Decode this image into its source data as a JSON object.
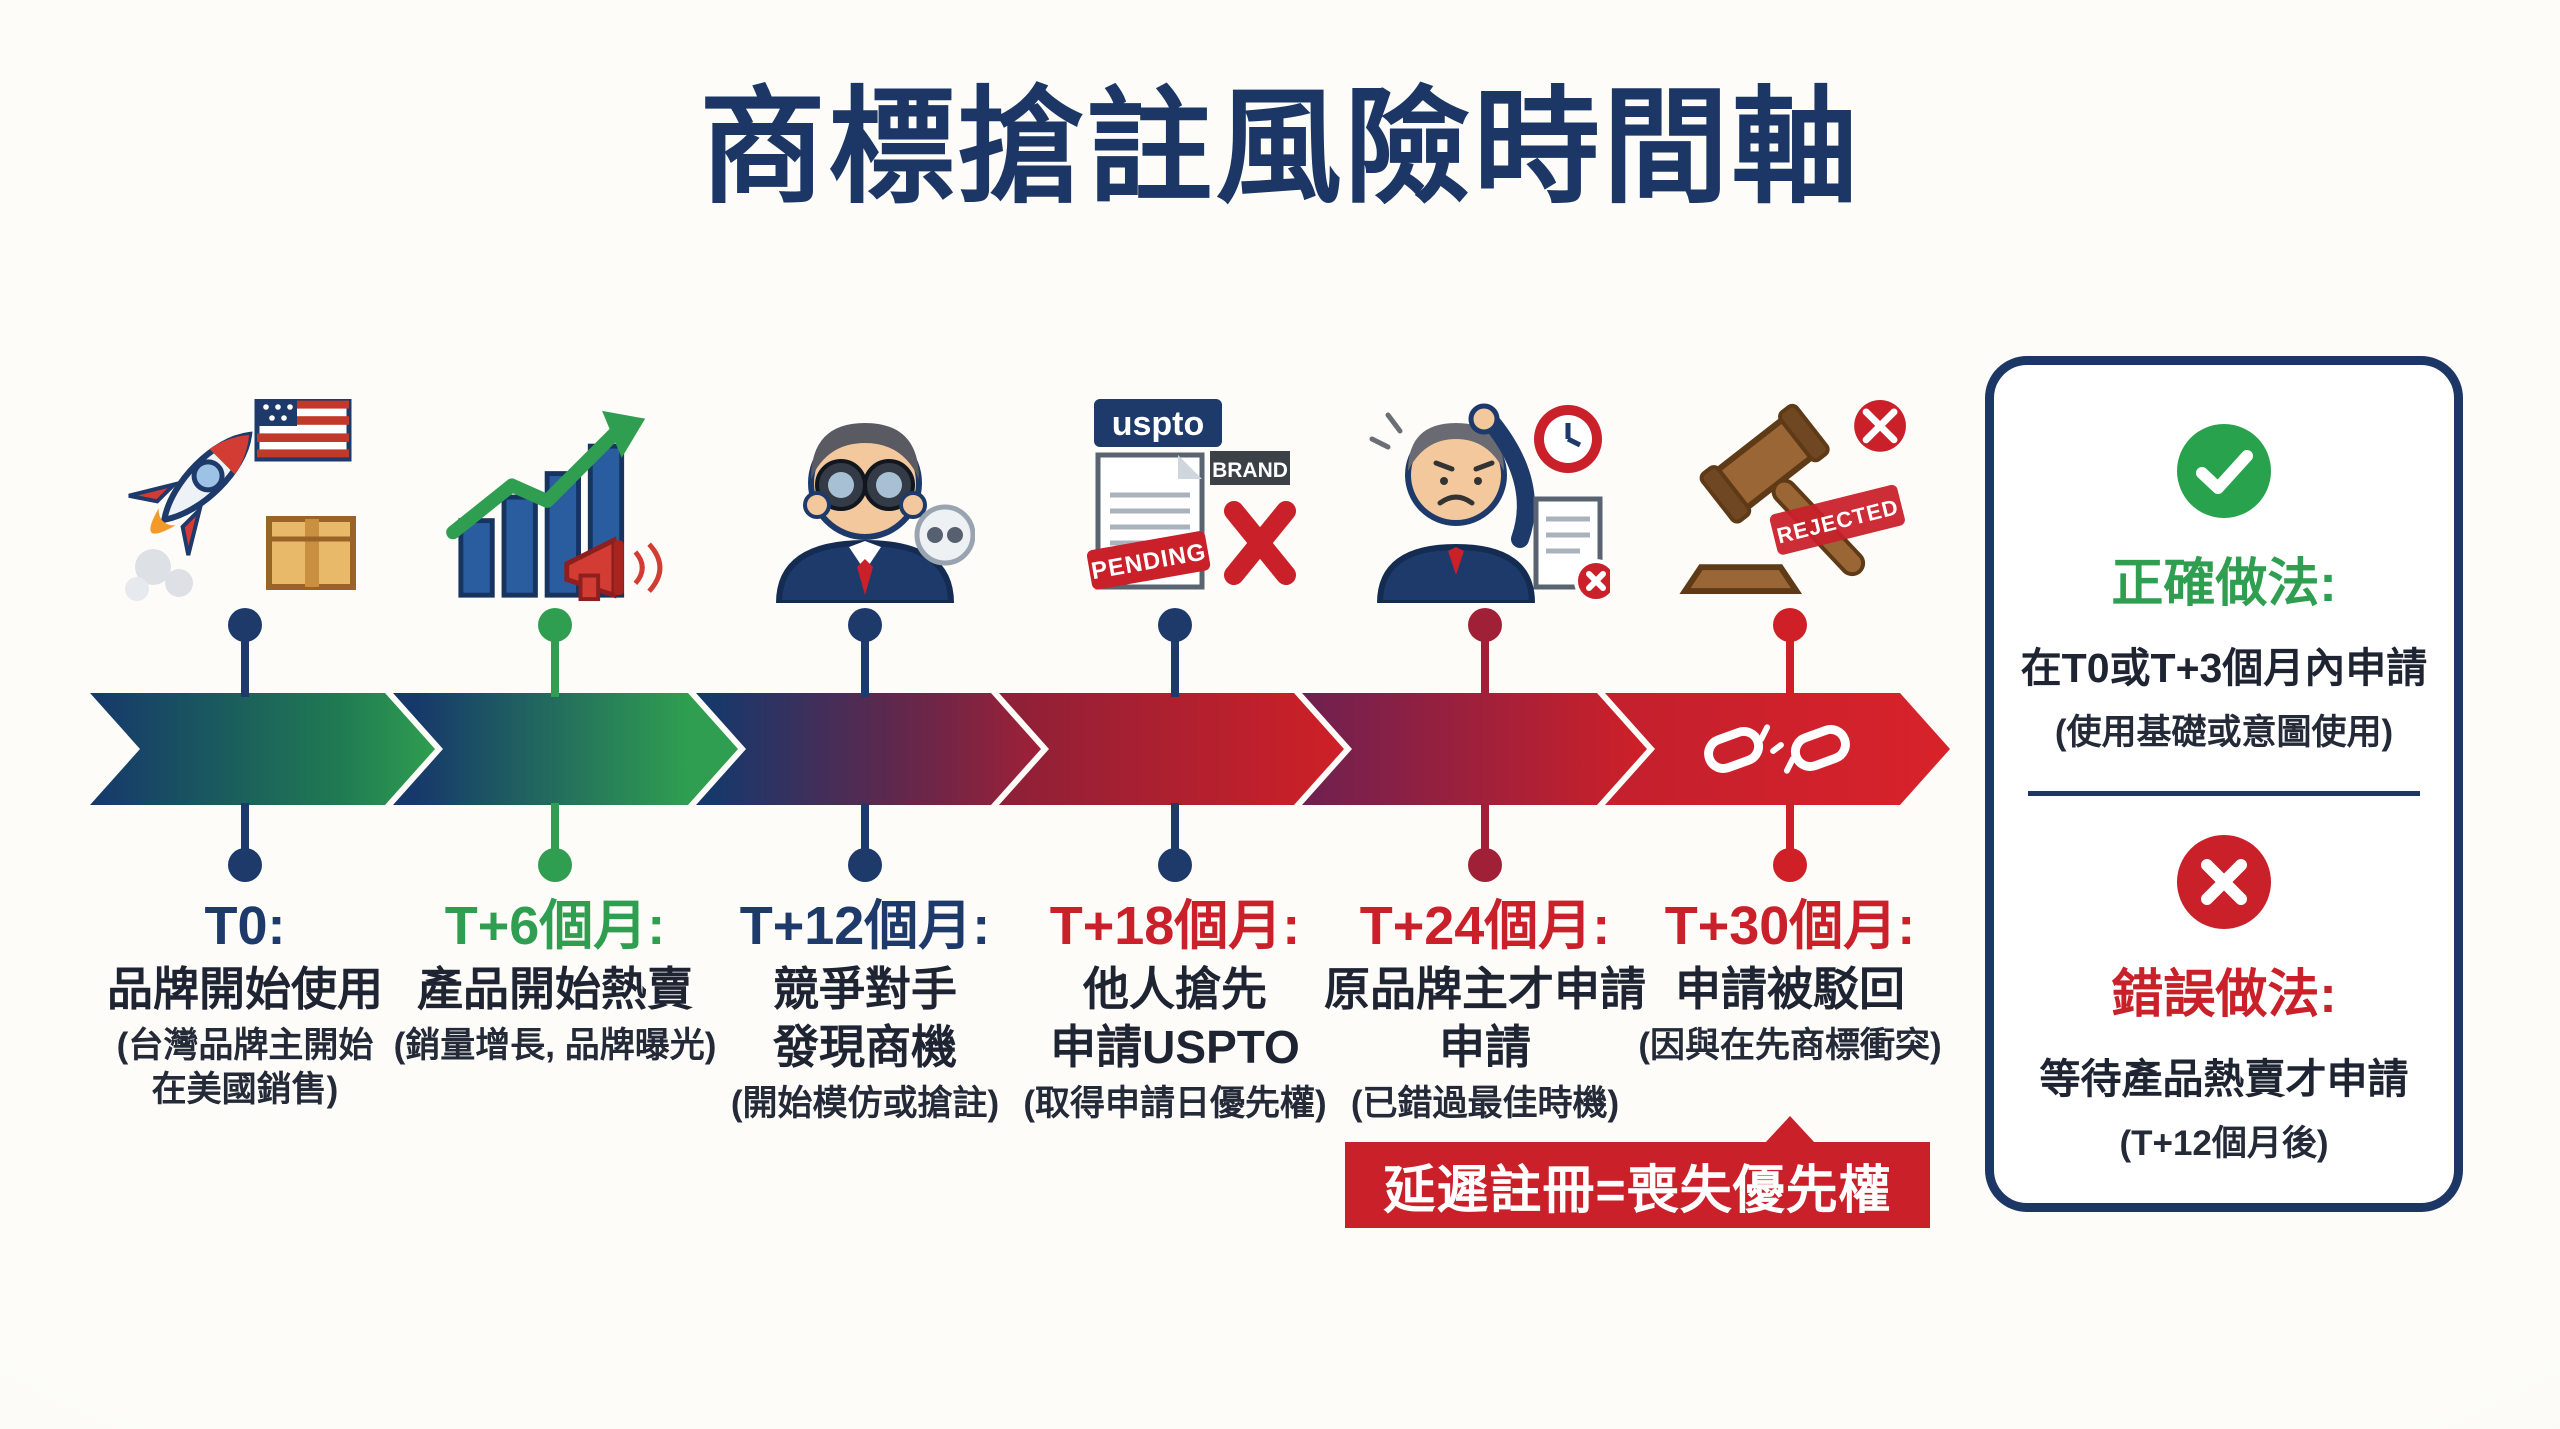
{
  "title": "商標搶註風險時間軸",
  "colors": {
    "navy": "#1d3a6b",
    "green": "#2f9e50",
    "red": "#c9202a",
    "dark_red": "#a02038",
    "text": "#1f2433",
    "banner_bg": "#c9202a",
    "background": "#fcfbf7"
  },
  "timeline": {
    "stages": [
      {
        "icon": "rocket-launch-icon",
        "accent": "#1d3a6b",
        "time": "T0:",
        "main": "品牌開始使用",
        "sub": "(台灣品牌主開始\n在美國銷售)"
      },
      {
        "icon": "sales-growth-icon",
        "accent": "#2f9e50",
        "time": "T+6個月:",
        "main": "產品開始熱賣",
        "sub": "(銷量增長, 品牌曝光)"
      },
      {
        "icon": "competitor-binoculars-icon",
        "accent": "#1d3a6b",
        "time": "T+12個月:",
        "main": "競爭對手\n發現商機",
        "sub": "(開始模仿或搶註)"
      },
      {
        "icon": "uspto-filing-icon",
        "accent": "#c9202a",
        "time": "T+18個月:",
        "main": "他人搶先\n申請USPTO",
        "sub": "(取得申請日優先權)"
      },
      {
        "icon": "late-applicant-icon",
        "accent": "#c9202a",
        "time": "T+24個月:",
        "main": "原品牌主才申請\n申請",
        "sub": "(已錯過最佳時機)"
      },
      {
        "icon": "gavel-rejected-icon",
        "accent": "#c9202a",
        "time": "T+30個月:",
        "main": "申請被駁回",
        "sub": "(因與在先商標衝突)"
      }
    ],
    "break_icon": "broken-chain-icon",
    "callout": "延遲註冊=喪失優先權"
  },
  "icon_texts": {
    "uspto": "uspto",
    "brand": "BRAND",
    "pending": "PENDING",
    "rejected": "REJECTED"
  },
  "side_panel": {
    "correct": {
      "icon": "check-circle-icon",
      "heading": "正確做法:",
      "line1": "在T0或T+3個月內申請",
      "line2": "(使用基礎或意圖使用)"
    },
    "wrong": {
      "icon": "x-circle-icon",
      "heading": "錯誤做法:",
      "line1": "等待產品熱賣才申請",
      "line2": "(T+12個月後)"
    }
  }
}
